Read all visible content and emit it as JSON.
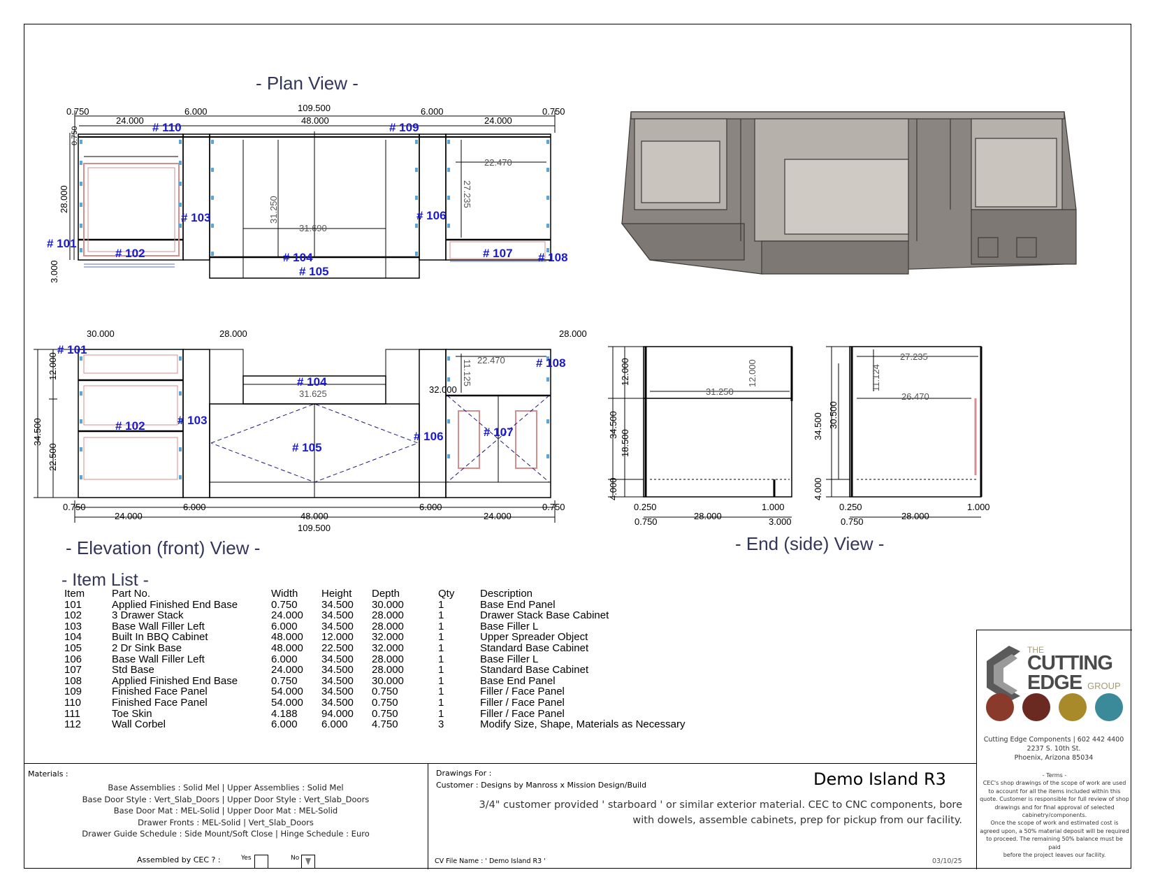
{
  "titles": {
    "plan": "- Plan View -",
    "elevation": "- Elevation (front) View -",
    "end": "- End (side) View -",
    "item_list": "- Item List -"
  },
  "plan_dims": {
    "overall": "109.500",
    "left_end": "0.750",
    "right_end": "0.750",
    "left_width": "24.000",
    "left_filler": "6.000",
    "center": "48.000",
    "right_filler": "6.000",
    "right_width": "24.000",
    "depth": "28.000",
    "top_gap": "0.750",
    "toe": "3.000",
    "inner_depth": "31.250",
    "inner_width": "31.690",
    "right_inner": "22.470",
    "right_depth": "27.235"
  },
  "plan_tags": [
    "# 110",
    "# 109",
    "# 103",
    "# 106",
    "# 101",
    "# 102",
    "# 104",
    "# 105",
    "# 107",
    "# 108"
  ],
  "elev_dims": {
    "left_top": "30.000",
    "mid_top": "28.000",
    "right_top": "28.000",
    "height": "34.500",
    "drawer": "12.000",
    "base": "22.500",
    "bbq_width": "31.625",
    "right_inner": "22.470",
    "right_drawer": "11.125",
    "sink_depth": "32.000",
    "bottom_left": "0.750",
    "bottom_w1": "24.000",
    "bottom_f1": "6.000",
    "bottom_c": "48.000",
    "bottom_f2": "6.000",
    "bottom_w2": "24.000",
    "bottom_right": "0.750",
    "overall": "109.500"
  },
  "elev_tags": [
    "# 101",
    "# 104",
    "# 108",
    "# 102",
    "# 103",
    "# 105",
    "# 106",
    "# 107"
  ],
  "end1_dims": {
    "top": "12.000",
    "height": "34.500",
    "mid": "18.500",
    "toe": "4.000",
    "width_inner": "31.250",
    "upper": "12.000",
    "b1": "0.250",
    "b2": "28.000",
    "b3": "1.000",
    "b4": "0.750",
    "b5": "3.000"
  },
  "end2_dims": {
    "height": "34.500",
    "inner": "30.500",
    "toe": "4.000",
    "top": "27.235",
    "mid": "26.470",
    "upper": "11.124",
    "b1": "0.250",
    "b2": "28.000",
    "b3": "1.000",
    "b4": "0.750"
  },
  "item_headers": [
    "Item",
    "Part No.",
    "Width",
    "Height",
    "Depth",
    "Qty",
    "Description"
  ],
  "items": [
    [
      "101",
      "Applied Finished End Base",
      "0.750",
      "34.500",
      "30.000",
      "1",
      "Base End Panel"
    ],
    [
      "102",
      "3 Drawer Stack",
      "24.000",
      "34.500",
      "28.000",
      "1",
      "Drawer Stack Base Cabinet"
    ],
    [
      "103",
      "Base Wall Filler Left",
      "6.000",
      "34.500",
      "28.000",
      "1",
      "Base Filler L"
    ],
    [
      "104",
      "Built In BBQ Cabinet",
      "48.000",
      "12.000",
      "32.000",
      "1",
      "Upper Spreader Object"
    ],
    [
      "105",
      "2 Dr Sink Base",
      "48.000",
      "22.500",
      "32.000",
      "1",
      "Standard Base Cabinet"
    ],
    [
      "106",
      "Base Wall Filler Left",
      "6.000",
      "34.500",
      "28.000",
      "1",
      "Base Filler L"
    ],
    [
      "107",
      "Std Base",
      "24.000",
      "34.500",
      "28.000",
      "1",
      "Standard Base Cabinet"
    ],
    [
      "108",
      "Applied Finished End Base",
      "0.750",
      "34.500",
      "30.000",
      "1",
      "Base End Panel"
    ],
    [
      "109",
      "Finished Face Panel",
      "54.000",
      "34.500",
      "0.750",
      "1",
      "Filler / Face Panel"
    ],
    [
      "110",
      "Finished Face Panel",
      "54.000",
      "34.500",
      "0.750",
      "1",
      "Filler / Face Panel"
    ],
    [
      "111",
      "Toe Skin",
      "4.188",
      "94.000",
      "0.750",
      "1",
      "Filler / Face Panel"
    ],
    [
      "112",
      "Wall Corbel",
      "6.000",
      "6.000",
      "4.750",
      "3",
      "Modify Size, Shape, Materials as Necessary"
    ]
  ],
  "materials": {
    "label": "Materials :",
    "line1": "Base Assemblies : Solid Mel  | Upper Assemblies : Solid Mel",
    "line2": "Base Door Style :  Vert_Slab_Doors  | Upper Door Style :  Vert_Slab_Doors",
    "line3": "Base Door Mat :  MEL-Solid  | Upper Door Mat :  MEL-Solid",
    "line4": "Drawer Fronts :  MEL-Solid  |  Vert_Slab_Doors",
    "line5": "Drawer Guide Schedule :   Side Mount/Soft Close  | Hinge Schedule :   Euro",
    "assembled_label": "Assembled by CEC ? :",
    "yes": "Yes",
    "no": "No"
  },
  "drawing": {
    "for_label": "Drawings For :",
    "customer": "Customer : Designs by Manross x Mission Design/Build",
    "title": "Demo Island R3",
    "note1": "3/4\" customer provided ' starboard ' or similar exterior material. CEC to CNC components, bore",
    "note2": "with dowels, assemble cabinets, prep for pickup from our facility.",
    "file_name": "CV File Name : ' Demo Island R3 '",
    "date": "03/10/25"
  },
  "company": {
    "logo_the": "THE",
    "logo_cutting": "CUTTING",
    "logo_edge": "EDGE",
    "logo_group": "GROUP",
    "contact1": "Cutting Edge Components | 602 442 4400",
    "contact2": "2237 S. 10th St.",
    "contact3": "Phoenix, Arizona 85034",
    "terms_label": "- Terms -",
    "terms1": "CEC's shop drawings of the scope of work are used",
    "terms2": "to account for all the items included within this",
    "terms3": "quote. Customer is responsible for full review of shop",
    "terms4": "drawings and for final approval of selected",
    "terms5": "cabinetry/components.",
    "terms6": "Once the scope of work and estimated cost is",
    "terms7": "agreed upon, a 50% material deposit will be required",
    "terms8": "to proceed. The remaining 50% balance must be paid",
    "terms9": "before the project leaves our facility."
  },
  "colors": {
    "tag": "#1a1acc",
    "title": "#33365a",
    "dim": "#000000",
    "panel": "#d98c8c",
    "hardware": "#5aa6d8",
    "render": "#8a8580"
  }
}
